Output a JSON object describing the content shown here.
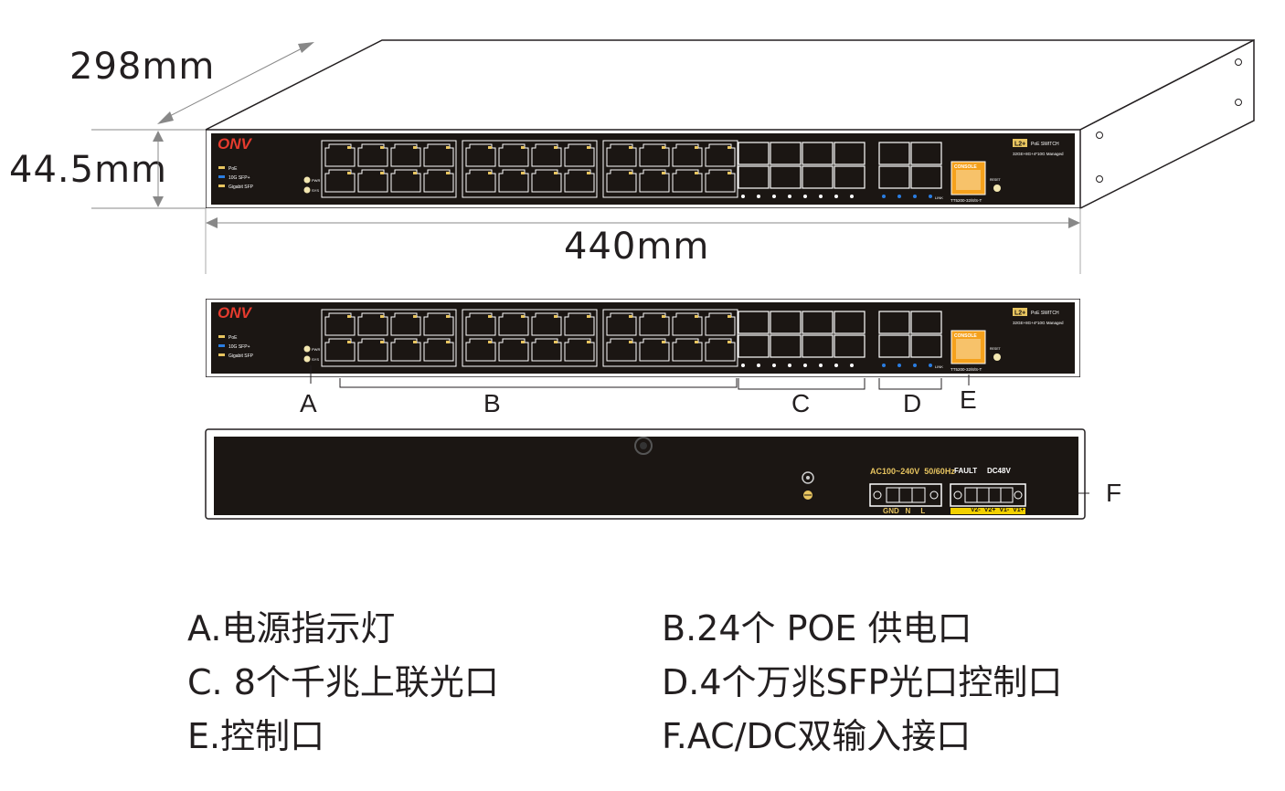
{
  "dimensions": {
    "depth": "298mm",
    "height": "44.5mm",
    "width": "440mm"
  },
  "front_panel": {
    "brand": "ONV",
    "indicator_legend": [
      "PoE",
      "10G SFP+",
      "Gigabit SFP"
    ],
    "model_badge": "L2+",
    "product_line1": "PoE SWITCH",
    "product_line2": "32GE+8G+4*10G Managed",
    "console_label": "CONSOLE",
    "reset_label": "RESET",
    "pwr_label": "PWR",
    "sys_label": "SYS",
    "link_label": "LINK",
    "model_number": "TT5200-32/8/S-T"
  },
  "rear_panel": {
    "ac_label": "AC100~240V  50/60Hz",
    "ac_terminals": "GND   N     L",
    "fault_label": "FAULT",
    "dc_label": "DC48V",
    "dc_terminals": "V2-  V2+  V1-  V1+"
  },
  "callouts": {
    "a": "A",
    "b": "B",
    "c": "C",
    "d": "D",
    "e": "E",
    "f": "F"
  },
  "legend": {
    "item_a": "A.电源指示灯",
    "item_b": "B.24个 POE 供电口",
    "item_c": "C. 8个千兆上联光口",
    "item_d": "D.4个万兆SFP光口控制口",
    "item_e": "E.控制口",
    "item_f": "F.AC/DC双输入接口"
  },
  "colors": {
    "panel": "#1b1613",
    "port_outline": "#ffffff",
    "accent_gold": "#e8c560",
    "brand_red": "#e63b2e",
    "console_orange": "#f5a11c",
    "sfp_blue": "#2a7de1",
    "ink": "#231f20"
  }
}
